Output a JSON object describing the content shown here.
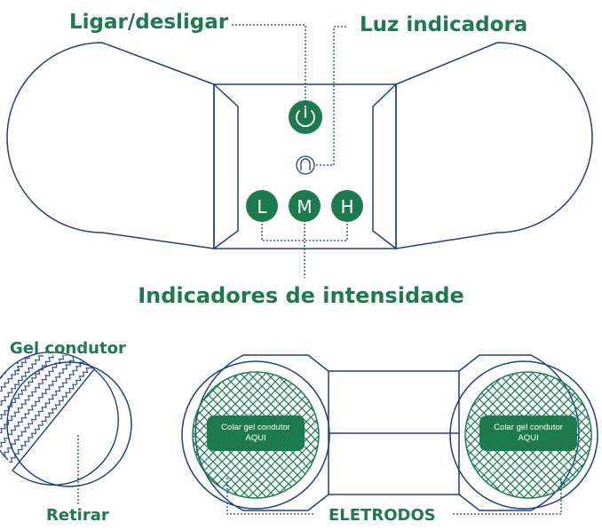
{
  "colors": {
    "accent": "#1d7a4e",
    "outline": "#1c3f8c",
    "white": "#ffffff"
  },
  "device": {
    "labels": {
      "power": "Ligar/desligar",
      "indicator_light": "Luz indicadora",
      "intensity": "Indicadores de intensidade"
    },
    "buttons": {
      "low": "L",
      "medium": "M",
      "high": "H"
    },
    "icons": {
      "power": "power-icon",
      "light": "indicator-light-icon"
    }
  },
  "gel": {
    "title": "Gel condutor",
    "remove": "Retirar"
  },
  "electrodes": {
    "label": "ELETRODOS",
    "pad_left": {
      "line1": "Colar gel condutor",
      "line2": "AQUI"
    },
    "pad_right": {
      "line1": "Colar gel condutor",
      "line2": "AQUI"
    }
  }
}
